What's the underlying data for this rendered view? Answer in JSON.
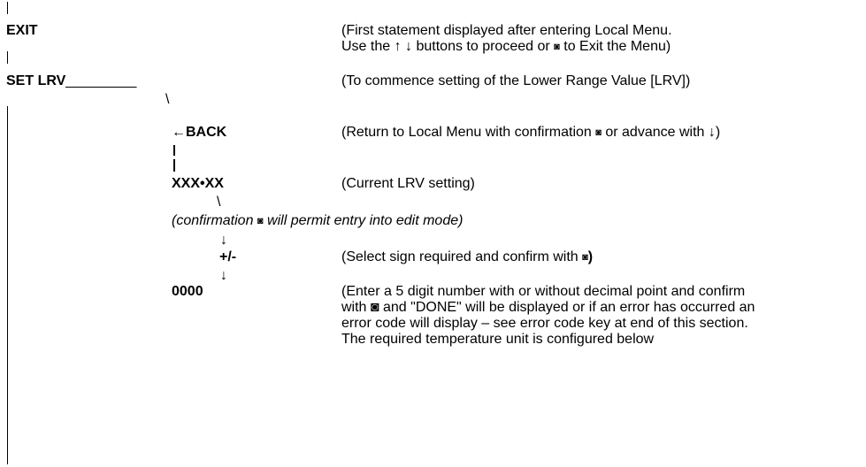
{
  "menu": {
    "exit": {
      "label": "EXIT",
      "desc1": "(First statement displayed after entering Local Menu.",
      "desc2_a": "Use the ↑ ↓ buttons to proceed or ",
      "desc2_b": " to Exit the Menu)"
    },
    "set_lrv": {
      "label": "SET LRV",
      "underline": "_________",
      "desc": "(To commence setting of the Lower Range Value [LRV])"
    },
    "back": {
      "label": "←BACK",
      "desc_a": "(Return to Local Menu with confirmation ",
      "desc_b": " or advance with ↓)"
    },
    "current": {
      "label": "XXX•XX",
      "desc": "(Current LRV setting)"
    },
    "confirm_note": {
      "text_a": "(confirmation ",
      "text_b": " will permit entry into edit mode)"
    },
    "sign": {
      "label_plus": "+",
      "label_rest": "/-",
      "desc_a": "(Select sign required and confirm with ",
      "desc_b": ")"
    },
    "digits": {
      "label": "0000",
      "desc_lines": [
        "(Enter a 5 digit number with or without decimal point and confirm",
        "with ◙ and \"DONE\" will be displayed or if an error has occurred an",
        "error code will display – see error code key at end of this section.",
        "The required temperature unit is configured below"
      ]
    }
  },
  "symbols": {
    "confirm": "◙",
    "arrow_down": "↓",
    "backslash": "\\"
  }
}
